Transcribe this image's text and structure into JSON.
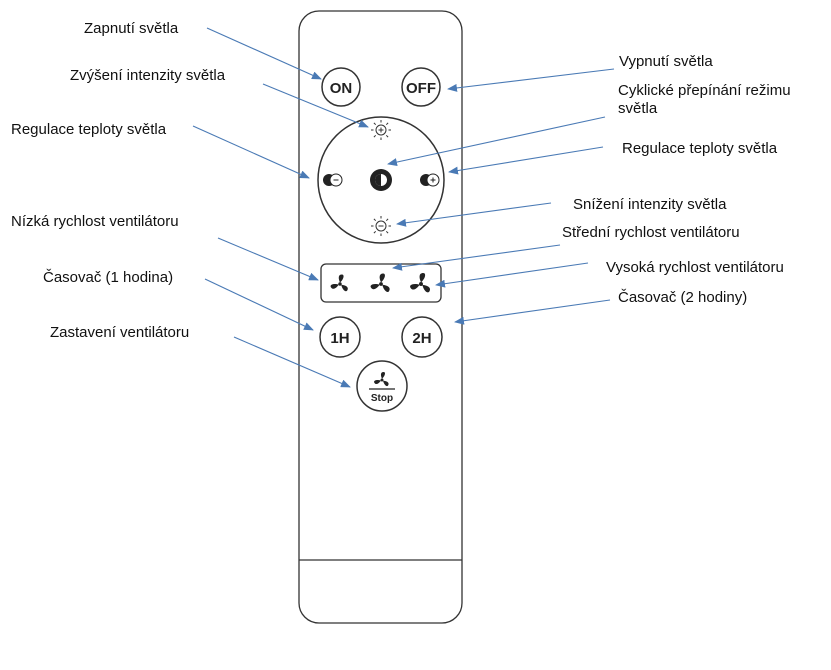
{
  "labels": {
    "on": "Zapnutí světla",
    "off": "Vypnutí světla",
    "brightness_up": "Zvýšení intenzity světla",
    "cycle_mode": "Cyklické přepínání režimu světla",
    "temp_left": "Regulace teploty světla",
    "temp_right": "Regulace teploty světla",
    "brightness_down": "Snížení intenzity světla",
    "fan_low": "Nízká rychlost ventilátoru",
    "fan_mid": "Střední rychlost ventilátoru",
    "fan_high": "Vysoká rychlost ventilátoru",
    "timer_1h": "Časovač (1 hodina)",
    "timer_2h": "Časovač (2 hodiny)",
    "fan_stop": "Zastavení ventilátoru"
  },
  "buttons": {
    "on": "ON",
    "off": "OFF",
    "timer_1h": "1H",
    "timer_2h": "2H",
    "stop": "Stop"
  },
  "colors": {
    "arrow": "#4a7ab5",
    "outline": "#333333"
  },
  "icons": [
    "sun-plus-icon",
    "sun-minus-icon",
    "mode-cycle-icon",
    "temp-warm-icon",
    "temp-cool-icon",
    "fan-icon"
  ]
}
